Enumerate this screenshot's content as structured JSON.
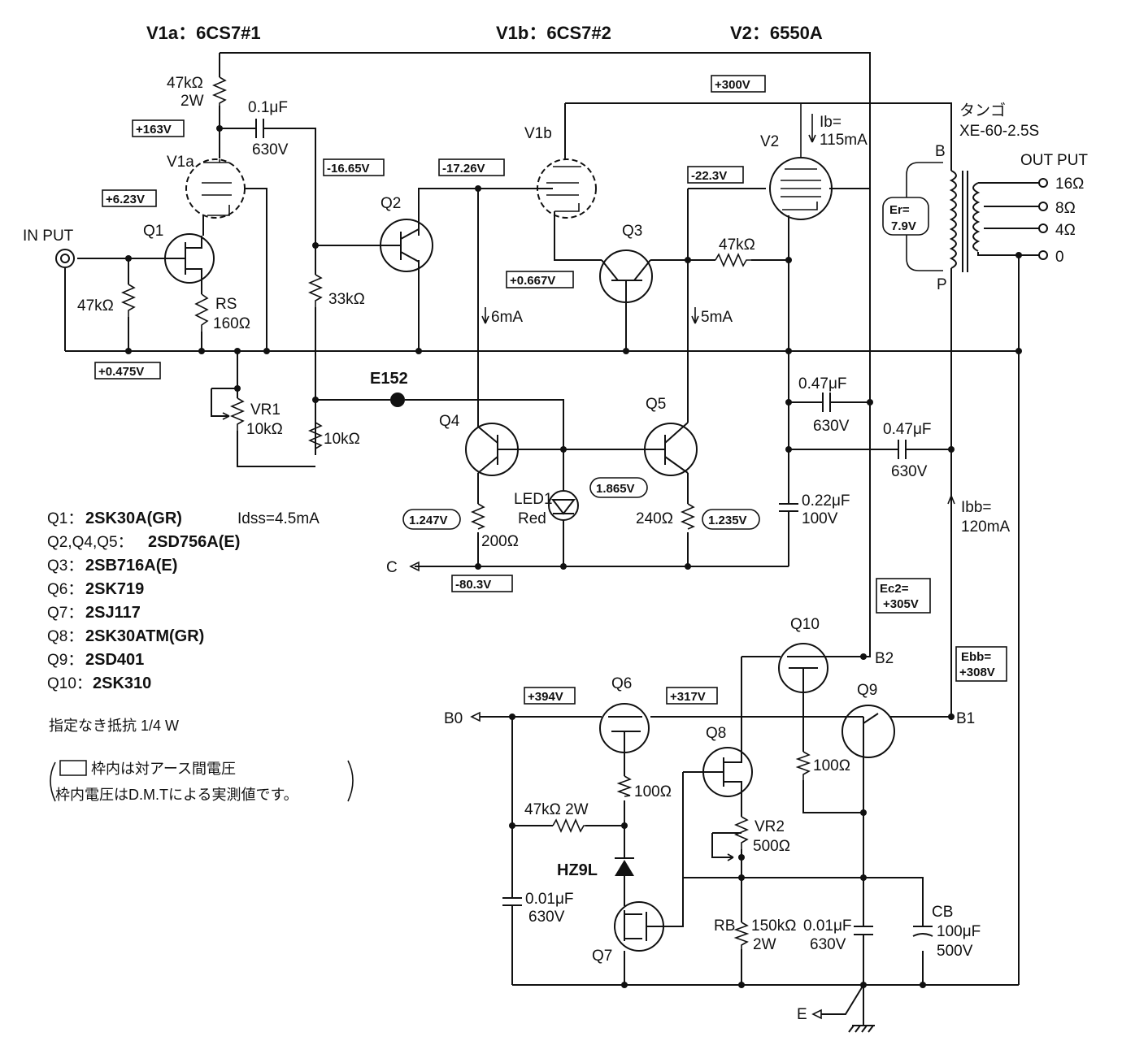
{
  "tubes": {
    "v1a_label": "V1a：6CS7#1",
    "v1b_label": "V1b：6CS7#2",
    "v2_label": "V2：6550A",
    "v1a_sym": "V1a",
    "v1b_sym": "V1b",
    "v2_sym": "V2"
  },
  "transformer": {
    "brand": "タンゴ",
    "model": "XE-60-2.5S",
    "output_title": "OUT PUT",
    "taps": [
      "16Ω",
      "8Ω",
      "4Ω",
      "0"
    ],
    "b_label": "B",
    "p_label": "P",
    "er_label": "Er=",
    "er_value": "7.9V"
  },
  "voltages": {
    "v163": "+163V",
    "v623": "+6.23V",
    "v0475": "+0.475V",
    "v1665": "-16.65V",
    "v1726": "-17.26V",
    "v0667": "+0.667V",
    "v223": "-22.3V",
    "v300": "+300V",
    "v803": "-80.3V",
    "v1247": "1.247V",
    "v1865": "1.865V",
    "v1235": "1.235V",
    "ec2_label": "Ec2=",
    "ec2_value": "+305V",
    "ebb_label": "Ebb=",
    "ebb_value": "+308V",
    "v394": "+394V",
    "v317": "+317V"
  },
  "currents": {
    "ib_label": "Ib=",
    "ib_value": "115mA",
    "i6": "6mA",
    "i5": "5mA",
    "ibb_label": "Ibb=",
    "ibb_value": "120mA"
  },
  "components": {
    "r47k2w_a": "47kΩ",
    "r47k2w_b": "2W",
    "c01": "0.1μF",
    "c01v": "630V",
    "input": "IN PUT",
    "q1": "Q1",
    "q2": "Q2",
    "q3": "Q3",
    "q4": "Q4",
    "q5": "Q5",
    "q6": "Q6",
    "q7": "Q7",
    "q8": "Q8",
    "q9": "Q9",
    "q10": "Q10",
    "r47k_in": "47kΩ",
    "rs": "RS",
    "rs_val": "160Ω",
    "r33k": "33kΩ",
    "r47k_fb": "47kΩ",
    "vr1": "VR1",
    "vr1_val": "10kΩ",
    "r10k": "10kΩ",
    "e152": "E152",
    "led": "LED1",
    "led2": "Red",
    "r200": "200Ω",
    "r240": "240Ω",
    "c047a": "0.47μF",
    "c047a_v": "630V",
    "c047b": "0.47μF",
    "c047b_v": "630V",
    "c022": "0.22μF",
    "c022_v": "100V",
    "c_label": "C",
    "b0": "B0",
    "b1": "B1",
    "b2": "B2",
    "e_label": "E",
    "r100_q6": "100Ω",
    "r100_q10": "100Ω",
    "r47k2w_lo": "47kΩ 2W",
    "hz9l": "HZ9L",
    "c001a": "0.01μF",
    "c001a_v": "630V",
    "vr2": "VR2",
    "vr2_val": "500Ω",
    "rb": "RB",
    "rb_val": "150kΩ",
    "rb_w": "2W",
    "c001b": "0.01μF",
    "c001b_v": "630V",
    "cb": "CB",
    "cb_val": "100μF",
    "cb_v": "500V"
  },
  "parts_list": [
    {
      "ref": "Q1：",
      "part": "2SK30A(GR)",
      "extra": "Idss=4.5mA"
    },
    {
      "ref": "Q2,Q4,Q5：",
      "part": "2SD756A(E)",
      "extra": ""
    },
    {
      "ref": "Q3：",
      "part": "2SB716A(E)",
      "extra": ""
    },
    {
      "ref": "Q6：",
      "part": "2SK719",
      "extra": ""
    },
    {
      "ref": "Q7：",
      "part": "2SJ117",
      "extra": ""
    },
    {
      "ref": "Q8：",
      "part": "2SK30ATM(GR)",
      "extra": ""
    },
    {
      "ref": "Q9：",
      "part": "2SD401",
      "extra": ""
    },
    {
      "ref": "Q10：",
      "part": "2SK310",
      "extra": ""
    }
  ],
  "notes": {
    "resistor_note": "指定なき抵抗 1/4 W",
    "box_note_1": "枠内は対アース間電圧",
    "box_note_2": "枠内電圧はD.M.Tによる実測値です。"
  }
}
